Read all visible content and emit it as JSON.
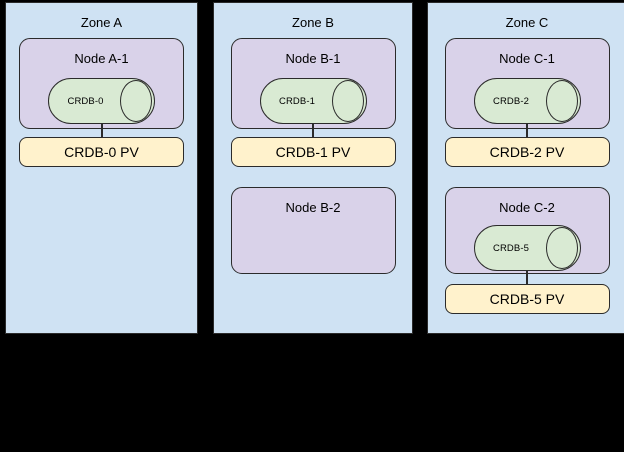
{
  "zones": [
    {
      "label": "Zone A",
      "nodes": [
        {
          "label": "Node A-1",
          "db_label": "CRDB-0",
          "pv_label": "CRDB-0 PV"
        }
      ]
    },
    {
      "label": "Zone B",
      "nodes": [
        {
          "label": "Node B-1",
          "db_label": "CRDB-1",
          "pv_label": "CRDB-1 PV"
        },
        {
          "label": "Node B-2"
        }
      ]
    },
    {
      "label": "Zone C",
      "nodes": [
        {
          "label": "Node C-1",
          "db_label": "CRDB-2",
          "pv_label": "CRDB-2 PV"
        },
        {
          "label": "Node C-2",
          "db_label": "CRDB-5",
          "pv_label": "CRDB-5 PV"
        }
      ]
    }
  ],
  "colors": {
    "background": "#000000",
    "zone_fill": "#cfe2f3",
    "node_fill": "#d9d2e9",
    "db_fill": "#d9ead3",
    "pv_fill": "#fff2cc",
    "stroke": "#2b2b2b",
    "text": "#000000"
  }
}
